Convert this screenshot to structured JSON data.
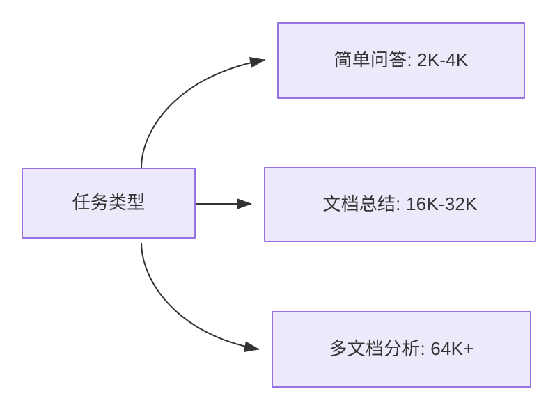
{
  "diagram": {
    "type": "flowchart",
    "direction": "left-to-right",
    "background_color": "#FFFFFF",
    "node_fill_color": "#ECEAFA",
    "node_border_color": "#9673E0",
    "edge_color": "#333333",
    "text_color": "#333333",
    "source": {
      "id": "source",
      "label": "任务类型"
    },
    "targets": [
      {
        "id": "simple-qa",
        "label": "简单问答: 2K-4K",
        "task": "简单问答",
        "context_range": "2K-4K"
      },
      {
        "id": "doc-summary",
        "label": "文档总结: 16K-32K",
        "task": "文档总结",
        "context_range": "16K-32K"
      },
      {
        "id": "multi-doc",
        "label": "多文档分析: 64K+",
        "task": "多文档分析",
        "context_range": "64K+"
      }
    ],
    "edges": [
      {
        "from": "source",
        "to": "simple-qa",
        "style": "curved",
        "arrowhead": "filled-triangle"
      },
      {
        "from": "source",
        "to": "doc-summary",
        "style": "straight",
        "arrowhead": "filled-triangle"
      },
      {
        "from": "source",
        "to": "multi-doc",
        "style": "curved",
        "arrowhead": "filled-triangle"
      }
    ]
  }
}
